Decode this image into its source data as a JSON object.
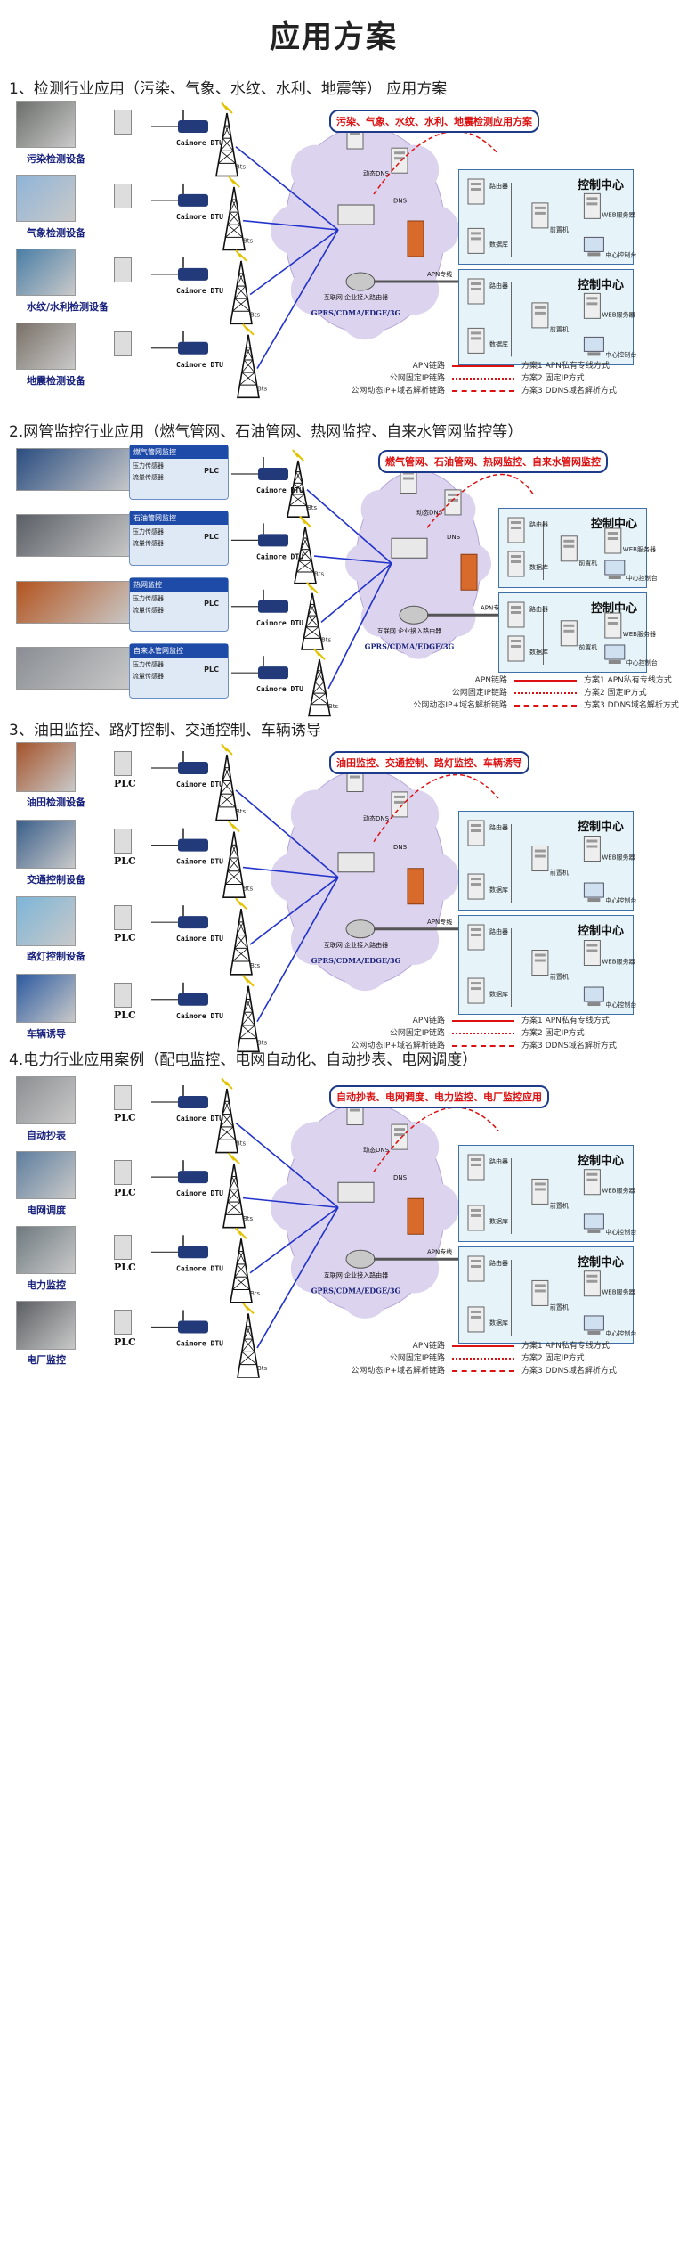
{
  "title": "应用方案",
  "common": {
    "dtu_label": "Caimore DTU",
    "bts_label": "Bts",
    "plc_label": "PLC",
    "control_center": "控制中心",
    "router_label": "互联网\n企业接入路由器",
    "gprs_label": "GPRS/CDMA/EDGE/3G",
    "apn_line": "APN专线",
    "dns": "DNS",
    "dynamic_dns": "动态DNS",
    "legend": [
      {
        "left": "APN链路",
        "right": "方案1 APN私有专线方式",
        "style": "solid",
        "color": "#d11"
      },
      {
        "left": "公网固定IP链路",
        "right": "方案2 固定IP方式",
        "style": "dotted",
        "color": "#d11"
      },
      {
        "left": "公网动态IP+域名解析链路",
        "right": "方案3 DDNS域名解析方式",
        "style": "dashed",
        "color": "#d11"
      }
    ],
    "cc_items": [
      "路由器",
      "前置机",
      "WEB服务器",
      "中心控制台",
      "数据库"
    ]
  },
  "sections": [
    {
      "heading": "1、检测行业应用（污染、气象、水纹、水利、地震等） 应用方案",
      "banner": "污染、气象、水纹、水利、地震检测应用方案",
      "devices": [
        "污染检测设备",
        "气象检测设备",
        "水纹/水利检测设备",
        "地震检测设备"
      ],
      "photo_colors": [
        "#6b6f6a",
        "#8fb4d8",
        "#4a7ea6",
        "#7a7168"
      ]
    },
    {
      "heading": "2.网管监控行业应用（燃气管网、石油管网、热网监控、自来水管网监控等）",
      "banner": "燃气管网、石油管网、热网监控、自来水管网监控",
      "devices": [
        "",
        "",
        "",
        ""
      ],
      "photo_colors": [
        "#2a4d80",
        "#5a5f66",
        "#b3541f",
        "#8a8e94"
      ],
      "plc_headers": [
        "燃气管网监控",
        "石油管网监控",
        "热网监控",
        "自来水管网监控"
      ],
      "plc_inner": [
        "压力传感器",
        "流量传感器"
      ]
    },
    {
      "heading": "3、油田监控、路灯控制、交通控制、车辆诱导",
      "banner": "油田监控、交通控制、路灯监控、车辆诱导",
      "devices": [
        "油田检测设备",
        "交通控制设备",
        "路灯控制设备",
        "车辆诱导"
      ],
      "photo_colors": [
        "#a5532a",
        "#3a5f8a",
        "#7cb5d8",
        "#2c5aa0"
      ]
    },
    {
      "heading": "4.电力行业应用案例（配电监控、电网自动化、自动抄表、电网调度）",
      "banner": "自动抄表、电网调度、电力监控、电厂监控应用",
      "devices": [
        "自动抄表",
        "电网调度",
        "电力监控",
        "电厂监控"
      ],
      "photo_colors": [
        "#8c8f92",
        "#5e7e9e",
        "#6e7a80",
        "#5b5e62"
      ]
    }
  ]
}
